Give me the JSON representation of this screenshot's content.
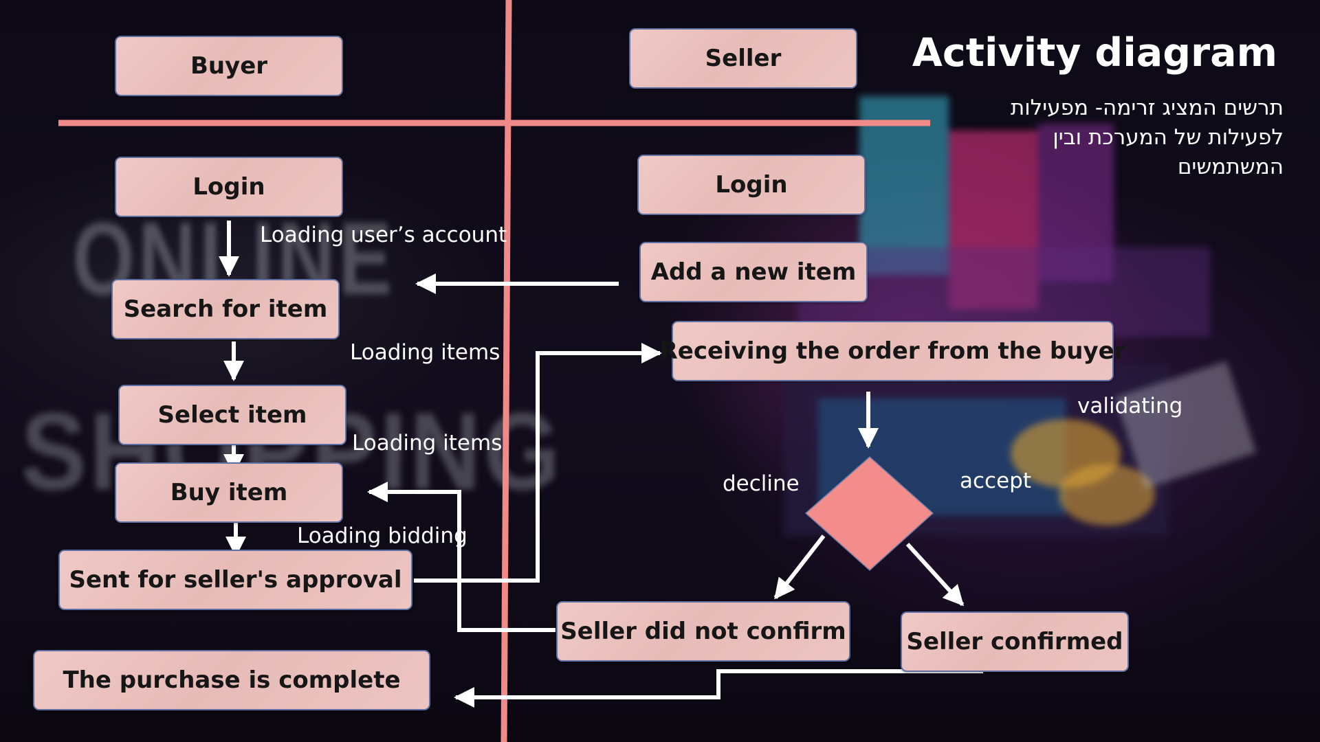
{
  "title": "Activity diagram",
  "subtitle": "תרשים המציג זרימה- מפעילות לפעילות של המערכת ובין המשתמשים",
  "background_text": {
    "line1": "ONLINE",
    "line2": "SHOPPING"
  },
  "lanes": {
    "buyer": "Buyer",
    "seller": "Seller"
  },
  "buyer_nodes": {
    "login": "Login",
    "search": "Search for item",
    "select": "Select item",
    "buy": "Buy item",
    "sent": "Sent for seller's approval",
    "complete": "The purchase is complete"
  },
  "seller_nodes": {
    "login": "Login",
    "add": "Add a new item",
    "receiving": "Receiving the order from the buyer",
    "not_confirm": "Seller did not confirm",
    "confirmed": "Seller confirmed"
  },
  "flow_labels": {
    "loading_account": "Loading user’s account",
    "loading_items_1": "Loading items",
    "loading_items_2": "Loading items",
    "loading_bidding": "Loading bidding",
    "validating": "validating",
    "decline": "decline",
    "accept": "accept"
  },
  "colors": {
    "divider": "#f08a88",
    "decision": "#f28d8b",
    "arrow": "#ffffff",
    "node_fill": "#ebc2bf",
    "node_border": "#5d6fa3"
  }
}
